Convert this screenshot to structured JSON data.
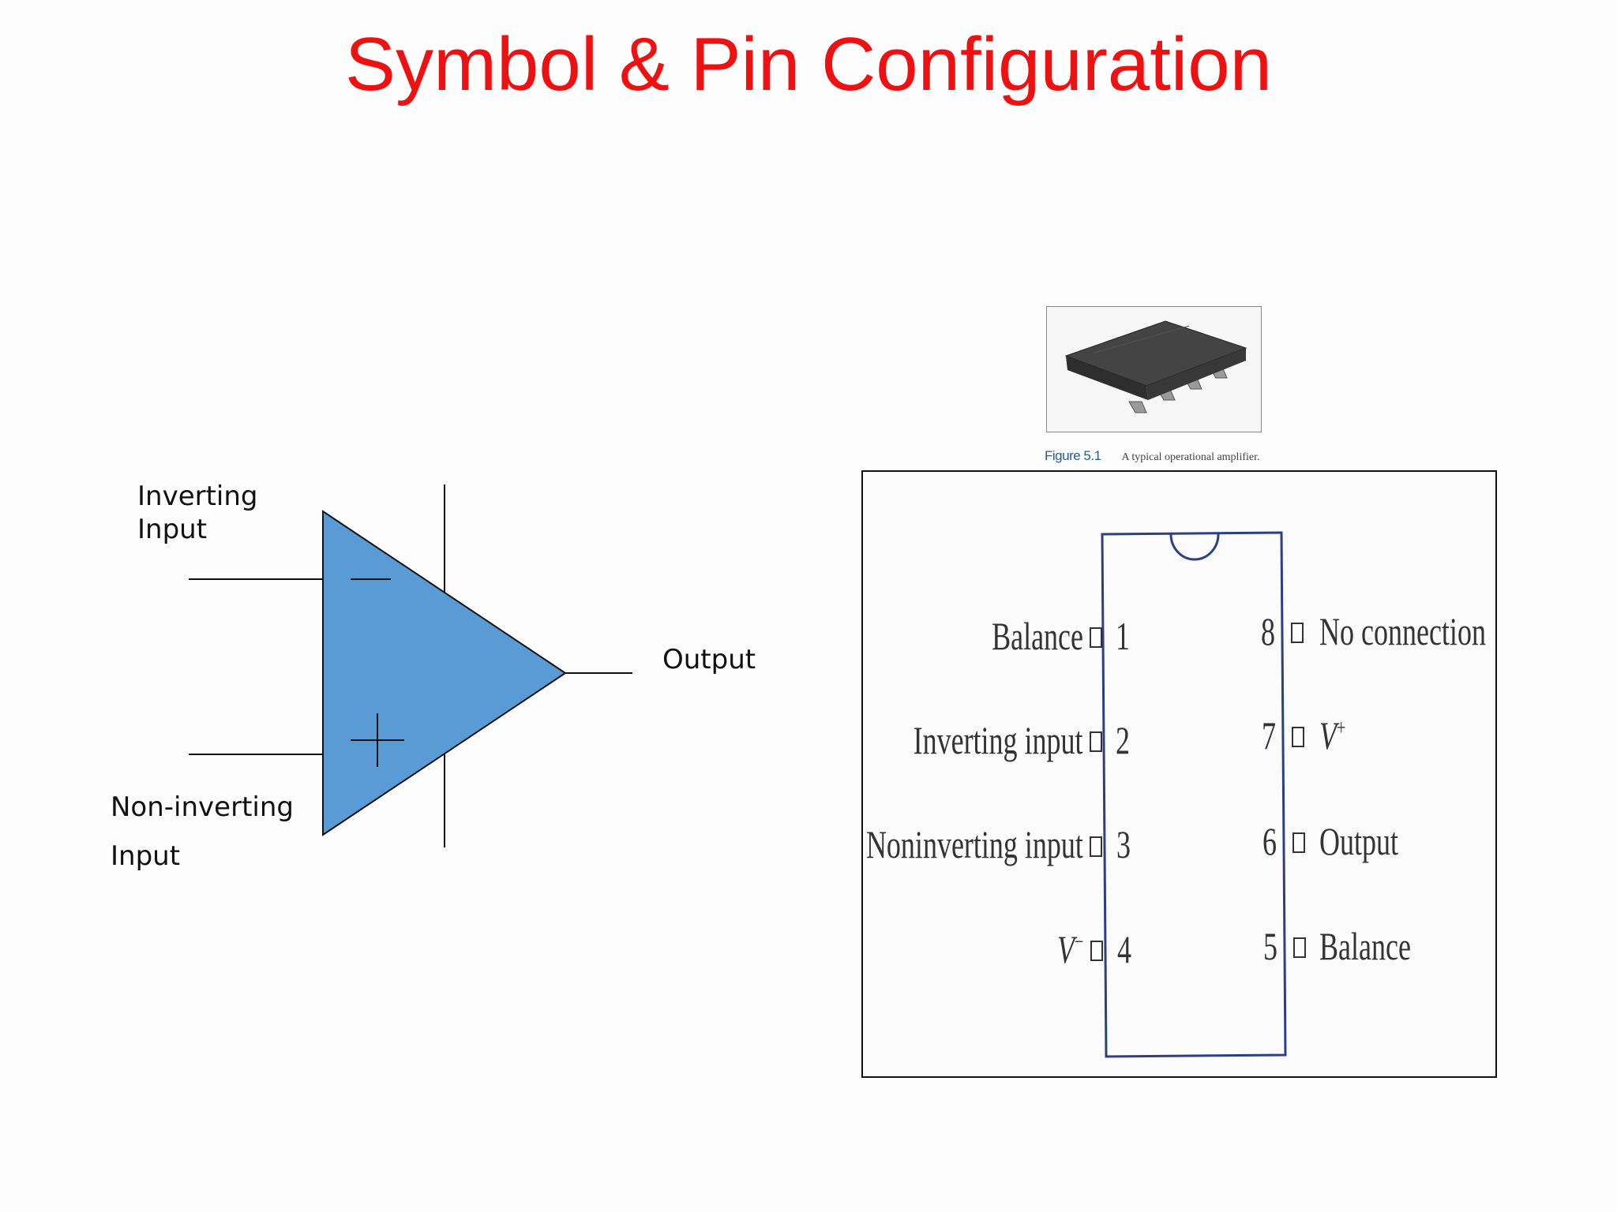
{
  "title": "Symbol & Pin Configuration",
  "symbol": {
    "inverting_label_line1": "Inverting",
    "inverting_label_line2": "Input",
    "noninverting_label_line1": "Non-inverting",
    "noninverting_label_line2": "Input",
    "output_label": "Output",
    "triangle_color": "#5b9bd5"
  },
  "figure": {
    "number": "Figure 5.1",
    "caption": "A typical operational amplifier."
  },
  "pinout": {
    "left_pins": [
      {
        "num": "1",
        "label": "Balance"
      },
      {
        "num": "2",
        "label": "Inverting input"
      },
      {
        "num": "3",
        "label": "Noninverting input"
      },
      {
        "num": "4",
        "label": "V",
        "sup": "−"
      }
    ],
    "right_pins": [
      {
        "num": "8",
        "label": "No connection"
      },
      {
        "num": "7",
        "label": "V",
        "sup": "+"
      },
      {
        "num": "6",
        "label": "Output"
      },
      {
        "num": "5",
        "label": "Balance"
      }
    ]
  }
}
